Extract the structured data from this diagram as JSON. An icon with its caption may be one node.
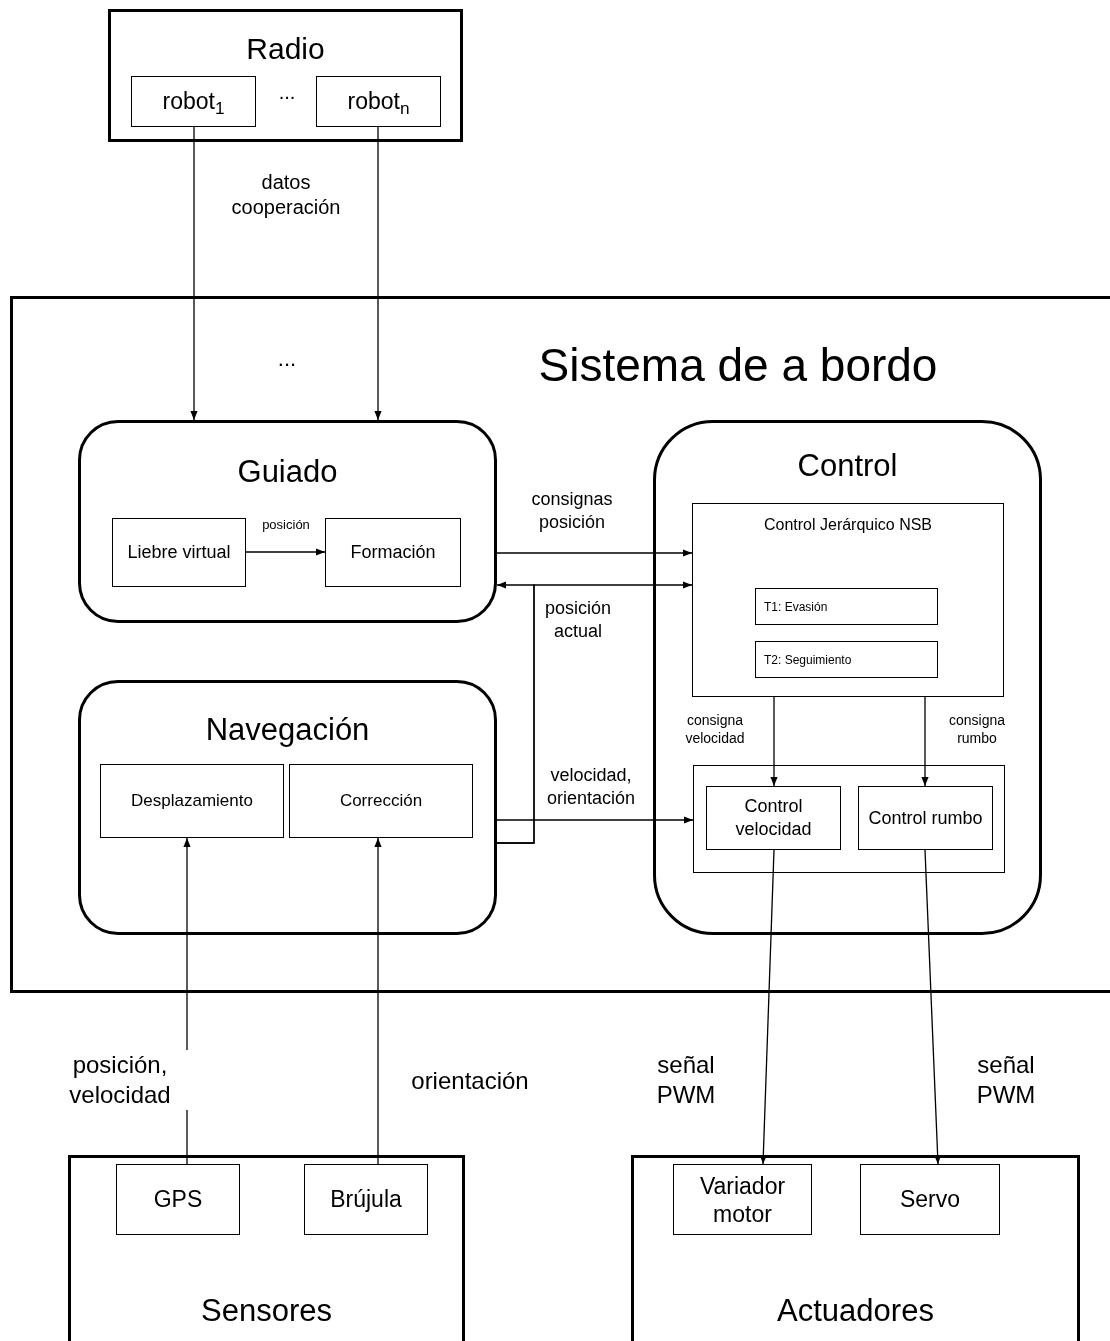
{
  "diagram": {
    "nodes": [
      {
        "text": [
          "Radio"
        ]
      },
      {
        "text": [
          "robot$_{1}$"
        ],
        "in": 0
      },
      {
        "text": [
          "robot$_{n}$"
        ],
        "in": 0
      },
      {
        "text": [
          "Sistema de a bordo"
        ]
      },
      {
        "text": [
          "Guiado"
        ],
        "in": 3
      },
      {
        "text": [
          "Liebre virtual"
        ],
        "in": 4
      },
      {
        "text": [
          "Formación"
        ],
        "in": 4
      },
      {
        "text": [
          "Control"
        ],
        "in": 3
      },
      {
        "text": [
          "Control Jerárquico NSB"
        ],
        "in": 7
      },
      {
        "text": [
          "T1: Evasión"
        ],
        "in": 8
      },
      {
        "text": [
          "T2: Seguimiento"
        ],
        "in": 8
      },
      {
        "text": [],
        "shape": "box",
        "in": 7
      },
      {
        "text": [
          "Control velocidad"
        ],
        "in": 11
      },
      {
        "text": [
          "Control rumbo"
        ],
        "in": 11
      },
      {
        "text": [
          "Navegación"
        ],
        "in": 3
      },
      {
        "text": [
          "Desplazamiento"
        ],
        "in": 14
      },
      {
        "text": [
          "Corrección"
        ],
        "in": 14
      },
      {
        "text": [
          "Sensores"
        ]
      },
      {
        "text": [
          "GPS"
        ],
        "in": 17
      },
      {
        "text": [
          "Brújula"
        ],
        "in": 17
      },
      {
        "text": [
          "Actuadores"
        ]
      },
      {
        "text": [
          "Variador motor"
        ],
        "in": 20
      },
      {
        "text": [
          "Servo"
        ],
        "in": 20
      }
    ],
    "edges": [
      {
        "from": 1,
        "to": 4,
        "arrow": "to"
      },
      {
        "from": 2,
        "to": 4,
        "arrow": "to"
      },
      {
        "from": 5,
        "to": 6,
        "arrow": "to",
        "label": "posición"
      },
      {
        "from": 4,
        "to": 8,
        "arrow": "to",
        "label": "consignas posición"
      },
      {
        "from": 14,
        "to": 4,
        "arrow": "to"
      },
      {
        "from": 14,
        "to": 8,
        "arrow": "to",
        "label": "posición actual"
      },
      {
        "from": 14,
        "to": 11,
        "arrow": "to",
        "label": "velocidad, orientación"
      },
      {
        "from": 8,
        "to": 12,
        "arrow": "to",
        "label": "consigna velocidad"
      },
      {
        "from": 8,
        "to": 13,
        "arrow": "to",
        "label": "consigna rumbo"
      },
      {
        "from": 12,
        "to": 21,
        "arrow": "to",
        "label": "señal PWM"
      },
      {
        "from": 13,
        "to": 22,
        "arrow": "to",
        "label": "señal PWM"
      },
      {
        "from": 18,
        "to": 15,
        "arrow": "to",
        "label": "posición, velocidad"
      },
      {
        "from": 19,
        "to": 16,
        "arrow": "to",
        "label": "orientación"
      }
    ],
    "labels": [
      "...",
      "datos cooperación",
      "..."
    ]
  }
}
